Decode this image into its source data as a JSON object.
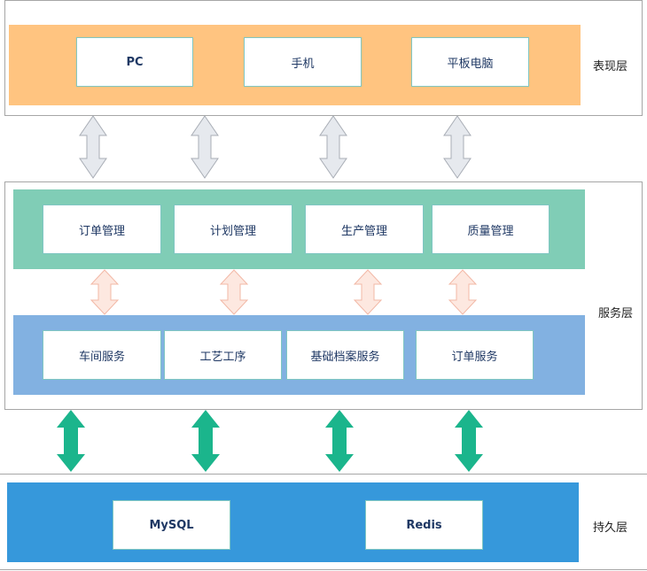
{
  "presentation": {
    "label": "表现层",
    "band_color": "#ffc480",
    "nodes": [
      "PC",
      "手机",
      "平板电脑"
    ]
  },
  "service": {
    "label": "服务层",
    "management": {
      "band_color": "#80cdb6",
      "nodes": [
        "订单管理",
        "计划管理",
        "生产管理",
        "质量管理"
      ]
    },
    "services": {
      "band_color": "#82b1e1",
      "nodes": [
        "车间服务",
        "工艺工序",
        "基础档案服务",
        "订单服务"
      ]
    }
  },
  "persistence": {
    "label": "持久层",
    "band_color": "#3698db",
    "nodes": [
      "MySQL",
      "Redis"
    ]
  },
  "arrows": {
    "gray_fill": "#e6e9ee",
    "gray_stroke": "#a8adb5",
    "pink_fill": "#fde8e0",
    "pink_stroke": "#f2b8a6",
    "green_fill": "#1bb58c"
  }
}
